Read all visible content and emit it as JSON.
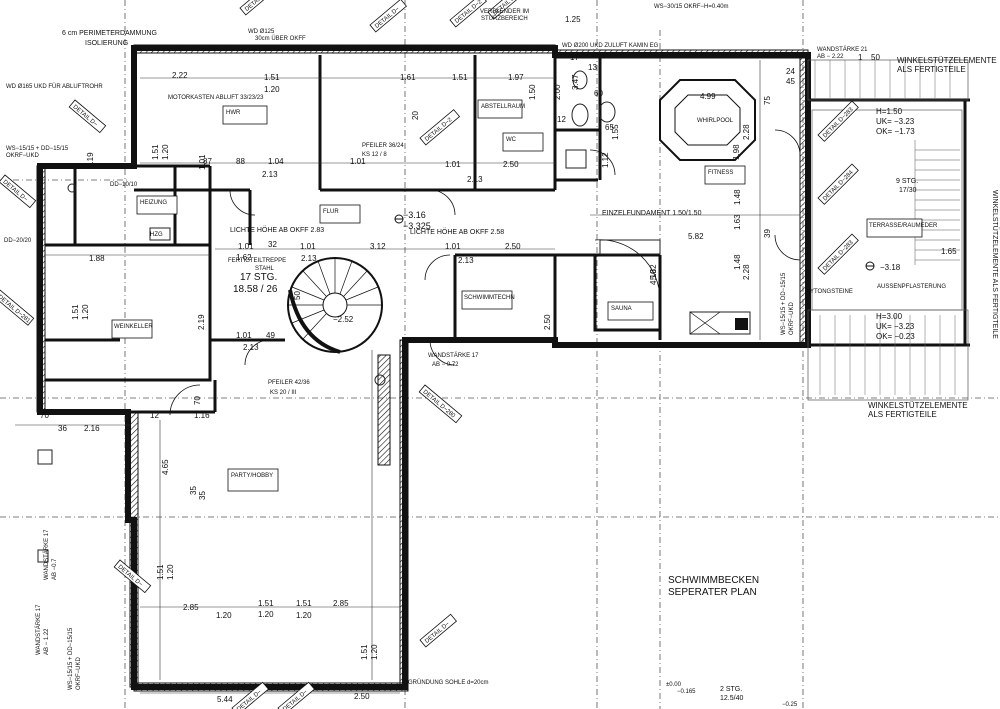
{
  "title_block": {
    "line1": "SCHWIMMBECKEN",
    "line2": "SEPERATER PLAN"
  },
  "rooms": [
    {
      "id": "hwr",
      "name": "HWR"
    },
    {
      "id": "abstellraum",
      "name": "ABSTELLRAUM"
    },
    {
      "id": "wc",
      "name": "WC"
    },
    {
      "id": "whirlpool",
      "name": "WHIRLPOOL",
      "dim": "4.99"
    },
    {
      "id": "fitness",
      "name": "FITNESS"
    },
    {
      "id": "heizung",
      "name": "HEIZUNG"
    },
    {
      "id": "flur",
      "name": "FLUR"
    },
    {
      "id": "weinkeller",
      "name": "WEINKELLER"
    },
    {
      "id": "schwimmtechn",
      "name": "SCHWIMMTECHN"
    },
    {
      "id": "sauna",
      "name": "SAUNA"
    },
    {
      "id": "party",
      "name": "PARTY/HOBBY"
    },
    {
      "id": "terrasse",
      "name": "TERRASSE/RAUMEDER"
    }
  ],
  "notes": {
    "perimeter": "6 cm PERIMETERDAMMUNG",
    "isolierung": "ISOLIERUNG",
    "wd125": "WD Ø125",
    "wd125b": "30cm ÜBER OKFF",
    "wd165": "WD Ø165 UKD FÜR ABLUFTROHR",
    "ws1515": "WS−15/15 + DD−15/15",
    "okrf": "OKRF−UKD",
    "motorkasten": "MOTORKASTEN ABLUFT 33/23/23",
    "verblender": "VERBLENDER IM",
    "sturzbereich": "STURZBEREICH",
    "wd200": "WD Ø200 UKD ZULUFT KAMIN EG",
    "ws3015": "WS−30/15 OKRF−H=0.40m",
    "wandstarke21": "WANDSTÄRKE 21",
    "ab222": "AB − 2.22",
    "winkel_top1": "WINKELSTÜTZELEMENTE",
    "winkel_top2": "ALS FERTIGTEILE",
    "winkel_bot1": "WINKELSTÜTZELEMENTE",
    "winkel_bot2": "ALS FERTIGTEILE",
    "winkel_side": "WINKELSTÜTZELEMENTE ALS FERTIGTEILE",
    "h150": "H=1.50",
    "uk323a": "UK= −3.23",
    "ok173": "OK= −1.73",
    "h300": "H=3.00",
    "uk323b": "UK= −3.23",
    "ok023": "OK= −0.23",
    "stg9": "9  STG.",
    "stg9b": "17/30",
    "aussen": "AUSSENPFLASTERUNG",
    "ytong": "YTONGSTEINE",
    "lv318": "−3.18",
    "lv316": "−3.16",
    "lv3325": "−3.325",
    "pfeiler36": "PFEILER 36/24",
    "ks12": "KS 12 / 8",
    "lichte283": "LICHTE HÖHE AB OKFF 2.83",
    "lichte258": "LICHTE HÖHE AB OKFF 2.58",
    "einzelfund": "EINZELFUNDAMENT 1.50/1.50",
    "d582": "5.82",
    "fertigteil": "FERTIGTEILTREPPE",
    "stahl": "STAHL",
    "stg17": "17  STG.",
    "stg17b": "18.58 / 26",
    "dd1010": "DD−10/10",
    "dd2020": "DD−20/20",
    "hzg": "HZG",
    "wandstarke175": "WANDSTÄRKE 17",
    "ab072": "AB − 0.72",
    "pfeiler42": "PFEILER 42/36",
    "ks20": "KS 20 / III",
    "grundung": "GRÜNDUNG SOHLE d=20cm",
    "wandstarke_left": "WANDSTÄRKE 17",
    "ab_left": "AB −0.7",
    "wandstarke_left2": "WANDSTÄRKE 17",
    "ab_left2": "AB − 1.22",
    "ws_left": "WS−15/15 + DD−15/15",
    "okrf_left": "OKRF−UKD",
    "ws_right": "WS−15/15 + DD−15/15",
    "okrf_right": "OKRF−UKD",
    "stg2": "2  STG.",
    "stg2b": "12.5/40",
    "lv000": "±0.00",
    "lv0165": "−0.165",
    "lv025": "−0.25",
    "lv0252": "−2.52",
    "d120": "1.20",
    "d151": "1.51"
  },
  "details": [
    "DETAIL D−2",
    "DETAIL D−",
    "DETAIL D−2",
    "DETAIL D−2",
    "DETAIL D−",
    "DETAIL D−283",
    "DETAIL D−284",
    "DETAIL D−283",
    "DETAIL D−",
    "DETAIL D−281",
    "DETAIL D−",
    "DETAIL D−280",
    "DETAIL D−",
    "DETAIL D−",
    "DETAIL D−",
    "DETAIL D−"
  ],
  "dims": [
    "2.22",
    "1.51",
    "1.20",
    "1.61",
    "1.51",
    "1.97",
    "1.25",
    "1.50",
    "2.50",
    "1.01",
    "1.04",
    "2.13",
    "87",
    "88",
    "1.01",
    "1.01",
    "1.01",
    "2.13",
    "3.12",
    "1.01",
    "2.50",
    "1.88",
    "1.51",
    "1.20",
    "2.19",
    "1.01",
    "49",
    "2.85",
    "1.51",
    "1.20",
    "2.85",
    "1.20",
    "5.44",
    "2.50",
    "2.16",
    "36",
    "70",
    "12",
    "1.16",
    "4.65",
    "1.51",
    "1.20",
    "1.51",
    "1.20",
    "35",
    "3.47",
    "13",
    "1.12",
    "1.55",
    "5.82",
    "4.10",
    "1.98",
    "2.28",
    "1.63",
    "1.48",
    "1.48",
    "2.28",
    "1.65",
    "24",
    "45",
    "50",
    "1",
    "2.13",
    "2.13",
    "2.19",
    "1.62",
    "32",
    "1.01",
    "2.13",
    "39",
    "75",
    "12",
    "65",
    "60",
    "2.00",
    "17",
    "70",
    "20",
    "35",
    "50",
    "1.51",
    "1.20",
    "2.50"
  ]
}
